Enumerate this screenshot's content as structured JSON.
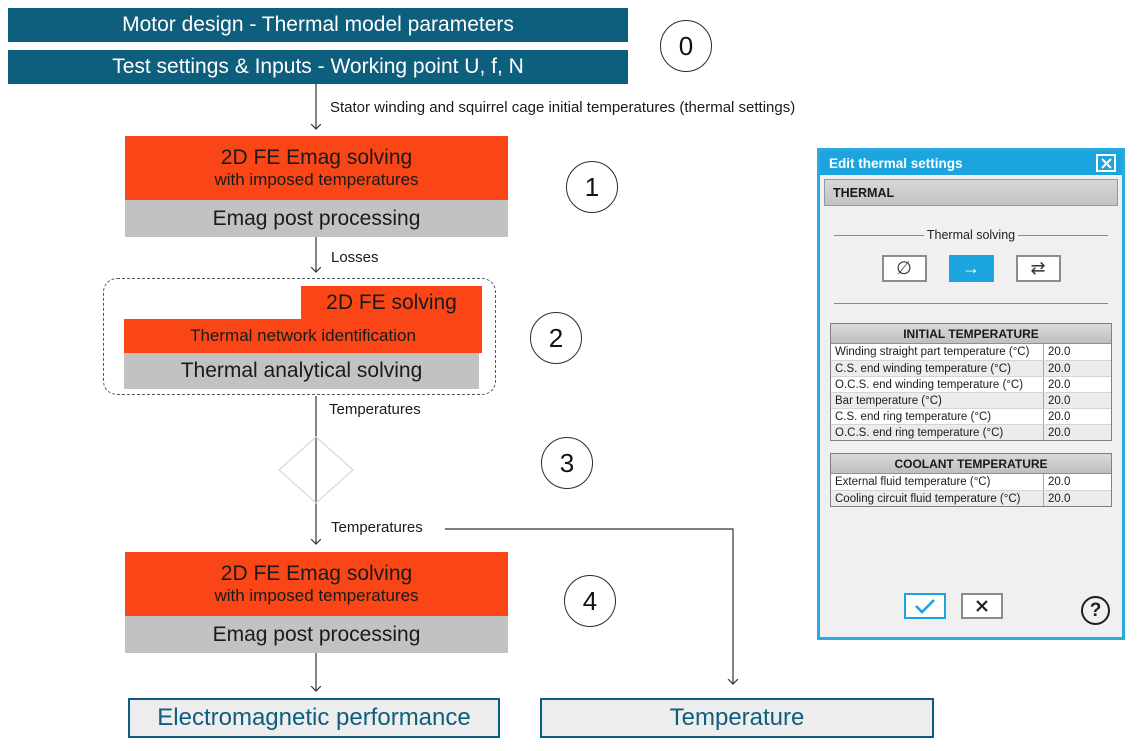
{
  "diagram": {
    "banners": [
      {
        "label": "Motor design - Thermal model parameters"
      },
      {
        "label": "Test settings & Inputs - Working point U, f, N"
      }
    ],
    "circles": [
      "0",
      "1",
      "2",
      "3",
      "4"
    ],
    "flow_labels": {
      "initial": "Stator winding and squirrel cage initial temperatures (thermal settings)",
      "losses": "Losses",
      "temperatures_mid": "Temperatures",
      "temperatures_branch": "Temperatures"
    },
    "step1": {
      "title": "2D FE Emag solving",
      "subtitle": "with imposed temperatures",
      "post": "Emag post processing"
    },
    "step2": {
      "fe": "2D FE solving",
      "network": "Thermal network identification",
      "analytical": "Thermal analytical solving"
    },
    "step4": {
      "title": "2D FE Emag solving",
      "subtitle": "with imposed temperatures",
      "post": "Emag post processing"
    },
    "outputs": [
      {
        "label": "Electromagnetic performance"
      },
      {
        "label": "Temperature"
      }
    ]
  },
  "dialog": {
    "title": "Edit thermal settings",
    "section_header": "THERMAL",
    "group_label": "Thermal solving",
    "solver_buttons": [
      {
        "glyph": "∅",
        "name": "no-thermal-solving"
      },
      {
        "glyph": "→",
        "name": "one-way-solving"
      },
      {
        "glyph": "⇄",
        "name": "two-way-solving"
      }
    ],
    "initial_table": {
      "header": "INITIAL TEMPERATURE",
      "rows": [
        {
          "label": "Winding straight part temperature (°C)",
          "value": "20.0"
        },
        {
          "label": "C.S. end winding temperature (°C)",
          "value": "20.0"
        },
        {
          "label": "O.C.S. end winding temperature (°C)",
          "value": "20.0"
        },
        {
          "label": "Bar temperature (°C)",
          "value": "20.0"
        },
        {
          "label": "C.S. end ring temperature (°C)",
          "value": "20.0"
        },
        {
          "label": "O.C.S. end ring temperature (°C)",
          "value": "20.0"
        }
      ]
    },
    "coolant_table": {
      "header": "COOLANT TEMPERATURE",
      "rows": [
        {
          "label": "External fluid temperature (°C)",
          "value": "20.0"
        },
        {
          "label": "Cooling circuit fluid temperature (°C)",
          "value": "20.0"
        }
      ]
    },
    "help_label": "?"
  },
  "colors": {
    "banner_teal": "#0e5e7e",
    "accent_orange": "#fa4616",
    "step_gray": "#c2c2c2",
    "dialog_titlebar_blue": "#1ba4dd",
    "dialog_border_blue": "#29abe2",
    "output_fill": "#ededed"
  }
}
